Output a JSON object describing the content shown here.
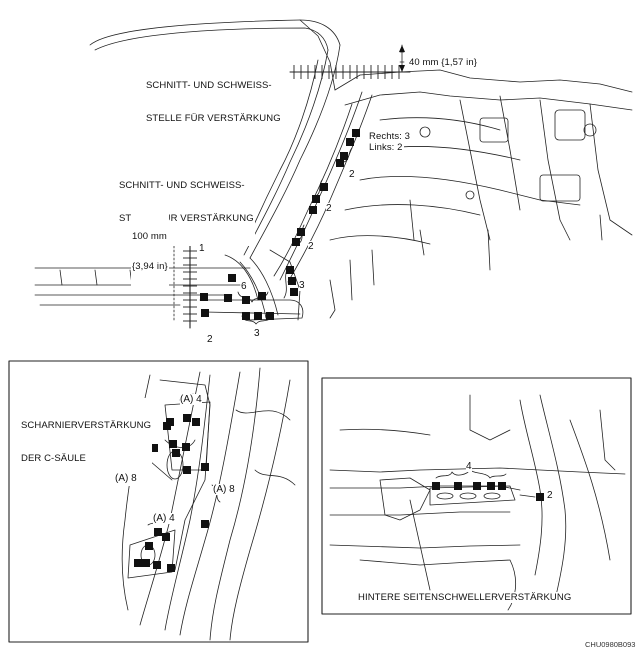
{
  "main": {
    "cut_label_top": [
      "SCHNITT- UND SCHWEISS-",
      "STELLE FÜR VERSTÄRKUNG"
    ],
    "cut_label_left": [
      "SCHNITT- UND SCHWEISS-",
      "STELLE FÜR VERSTÄRKUNG"
    ],
    "dim_40": "40 mm {1,57 in}",
    "dim_100": [
      "100 mm",
      "{3,94 in}"
    ],
    "rechts": "Rechts: 3",
    "links": "Links: 2",
    "weld_counts": [
      "2",
      "2",
      "2",
      "3",
      "6",
      "3",
      "1",
      "2"
    ]
  },
  "detail_left": {
    "title": [
      "SCHARNIERVERSTÄRKUNG",
      "DER C-SÄULE"
    ],
    "labels": [
      "(A) 4",
      "(A) 8",
      "(A) 8",
      "(A) 4"
    ]
  },
  "detail_right": {
    "title": "HINTERE SEITENSCHWELLERVERSTÄRKUNG",
    "labels": [
      "4",
      "2"
    ]
  },
  "figure_code": "CHU0980B093"
}
